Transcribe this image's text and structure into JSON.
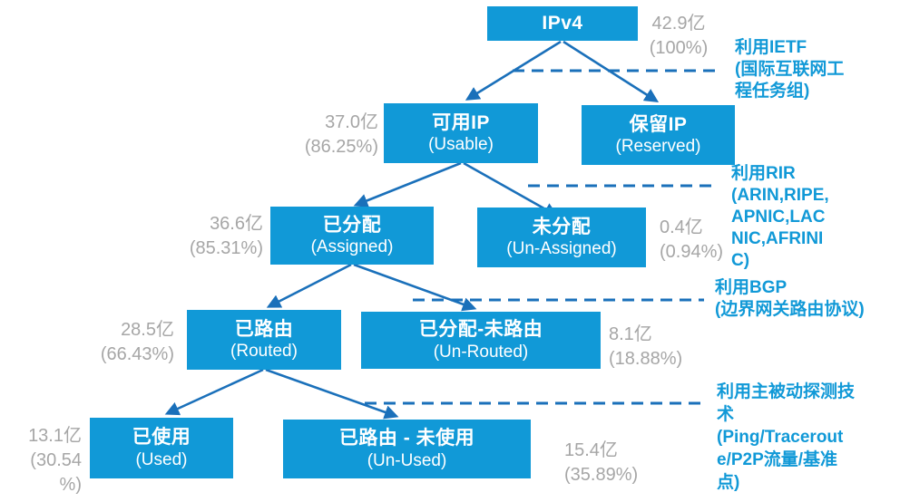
{
  "diagram": {
    "description_root": "IPv4",
    "colors": {
      "node_blue": "#1199d7",
      "connector_blue": "#1a70ba",
      "annotation_blue": "#1199d7",
      "label_gray": "#a6a6a6"
    }
  },
  "nodes": {
    "ipv4": {
      "title": "IPv4",
      "subtitle": ""
    },
    "usable": {
      "title": "可用IP",
      "subtitle": "(Usable)"
    },
    "reserved": {
      "title": "保留IP",
      "subtitle": "(Reserved)"
    },
    "assigned": {
      "title": "已分配",
      "subtitle": "(Assigned)"
    },
    "unassigned": {
      "title": "未分配",
      "subtitle": "(Un-Assigned)"
    },
    "routed": {
      "title": "已路由",
      "subtitle": "(Routed)"
    },
    "unrouted": {
      "title": "已分配-未路由",
      "subtitle": "(Un-Routed)"
    },
    "used": {
      "title": "已使用",
      "subtitle": "(Used)"
    },
    "unused": {
      "title": "已路由 - 未使用",
      "subtitle": "(Un-Used)"
    }
  },
  "labels": {
    "total": {
      "lines": [
        "42.9亿",
        "(100%)"
      ]
    },
    "usable": {
      "lines": [
        "37.0亿",
        "(86.25%)"
      ]
    },
    "assigned": {
      "lines": [
        "36.6亿",
        "(85.31%)"
      ]
    },
    "unassigned": {
      "lines": [
        "0.4亿",
        "(0.94%)"
      ]
    },
    "routed": {
      "lines": [
        "28.5亿",
        "(66.43%)"
      ]
    },
    "unrouted": {
      "lines": [
        "8.1亿",
        "(18.88%)"
      ]
    },
    "used": {
      "lines": [
        "13.1亿",
        "(30.54",
        "%)"
      ]
    },
    "unused": {
      "lines": [
        "15.4亿",
        "(35.89%)"
      ]
    }
  },
  "annotations": {
    "ietf": {
      "lines": [
        "利用IETF",
        "(国际互联网工",
        "程任务组)"
      ]
    },
    "rir": {
      "lines": [
        "利用RIR",
        "(ARIN,RIPE,",
        "APNIC,LAC",
        "NIC,AFRINI",
        "C)"
      ]
    },
    "bgp": {
      "lines": [
        "利用BGP",
        "(边界网关路由协议)"
      ]
    },
    "probe": {
      "lines": [
        "利用主被动探测技",
        "术",
        "(Ping/Tracerout",
        "e/P2P流量/基准",
        "点)"
      ]
    }
  }
}
